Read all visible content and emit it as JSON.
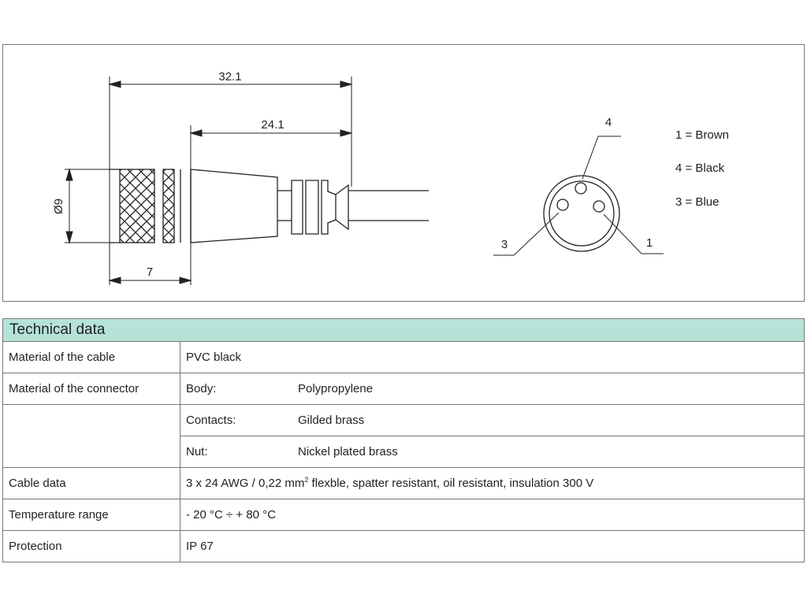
{
  "drawing": {
    "dimensions": {
      "overall_length": "32.1",
      "body_length": "24.1",
      "nut_length": "7",
      "diameter": "Ø9"
    },
    "pins": [
      {
        "number": "4"
      },
      {
        "number": "3"
      },
      {
        "number": "1"
      }
    ],
    "legend": [
      "1 = Brown",
      "4 = Black",
      "3 = Blue"
    ]
  },
  "table": {
    "header": "Technical data",
    "rows": [
      {
        "label": "Material of the cable",
        "value": "PVC black"
      },
      {
        "label": "Material of the connector",
        "sub_key": "Body:",
        "sub_value": "Polypropylene"
      },
      {
        "label": "",
        "sub_key": "Contacts:",
        "sub_value": "Gilded brass"
      },
      {
        "label": "",
        "sub_key": "Nut:",
        "sub_value": "Nickel plated brass"
      },
      {
        "label": "Cable data",
        "value_pre": "3 x 24 AWG / 0,22 mm",
        "value_sup": "2",
        "value_post": " flexble, spatter resistant, oil resistant, insulation 300 V"
      },
      {
        "label": "Temperature range",
        "value": "- 20 °C ÷ + 80 °C"
      },
      {
        "label": "Protection",
        "value": "IP 67"
      }
    ]
  },
  "colors": {
    "header_bg": "#b5e3d8",
    "line": "#222222",
    "border": "#777777"
  }
}
